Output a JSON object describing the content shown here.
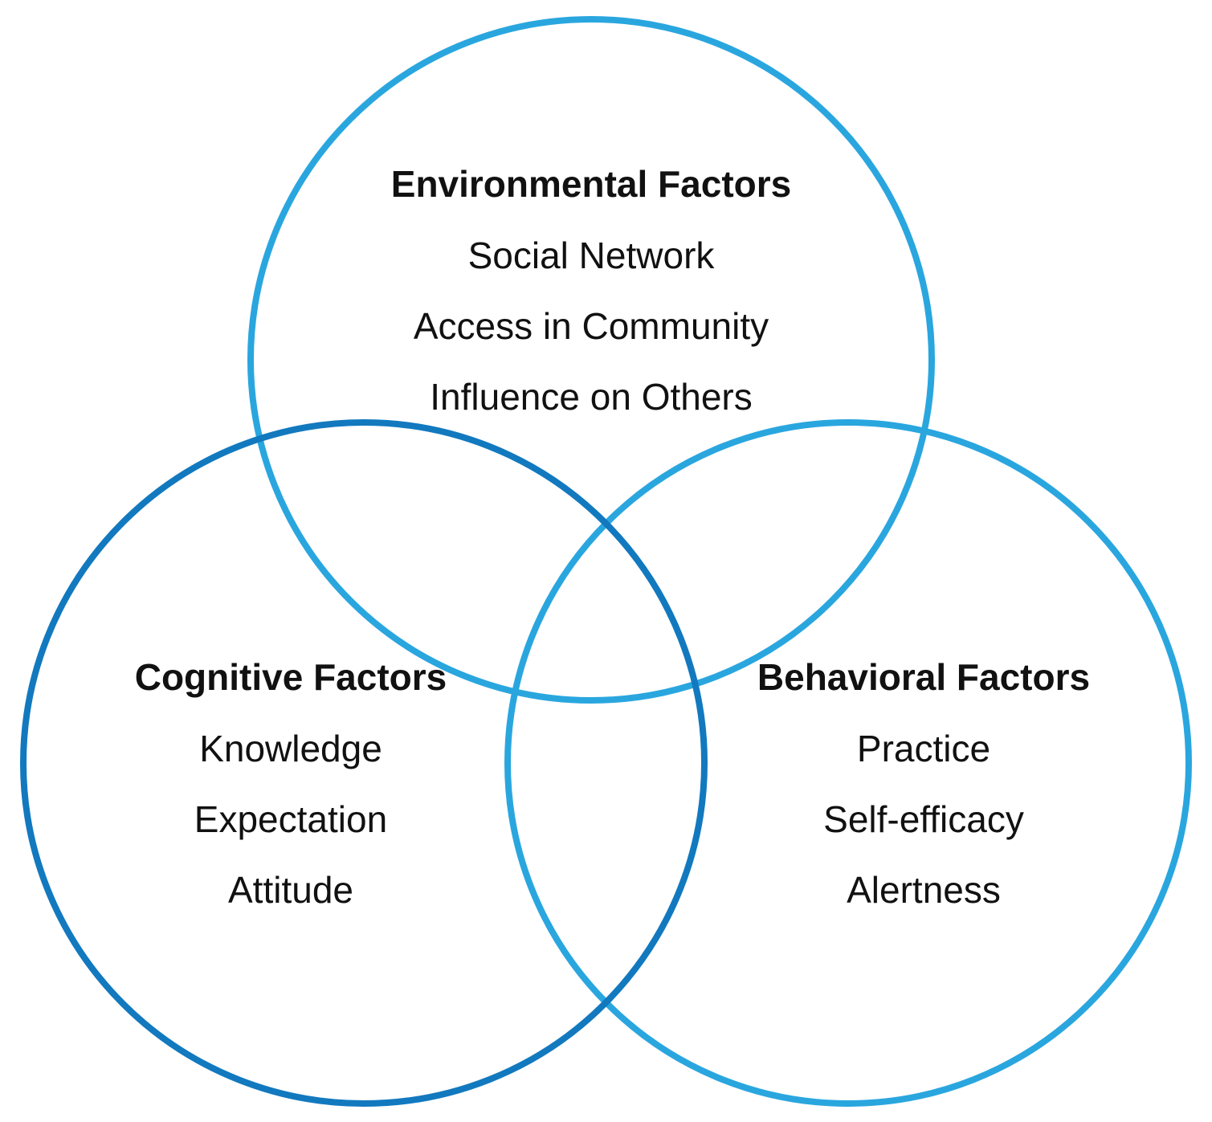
{
  "colors": {
    "environmental_stroke": "#2aa6df",
    "cognitive_stroke": "#1279bf",
    "behavioral_stroke": "#2aa6df",
    "text": "#111111",
    "background": "#ffffff"
  },
  "groups": {
    "environmental": {
      "title": "Environmental Factors",
      "items": [
        "Social Network",
        "Access in Community",
        "Influence on Others"
      ]
    },
    "cognitive": {
      "title": "Cognitive Factors",
      "items": [
        "Knowledge",
        "Expectation",
        "Attitude"
      ]
    },
    "behavioral": {
      "title": "Behavioral Factors",
      "items": [
        "Practice",
        "Self-efficacy",
        "Alertness"
      ]
    }
  }
}
